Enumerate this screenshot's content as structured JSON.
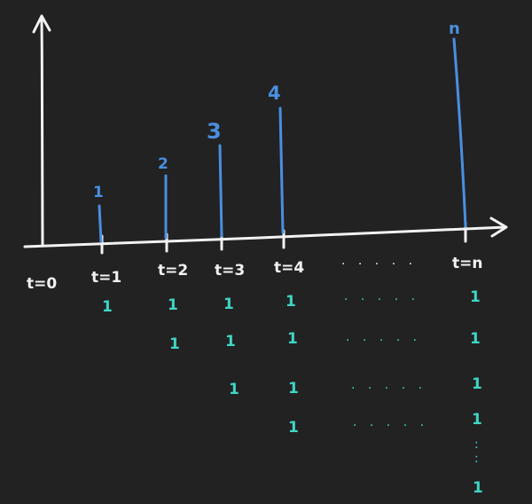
{
  "colors": {
    "background": "#222223",
    "axis": "#f2f2f2",
    "bars": "#4a8fe0",
    "ones": "#3fd6c4"
  },
  "time_labels": [
    "t=0",
    "t=1",
    "t=2",
    "t=3",
    "t=4",
    "t=n"
  ],
  "bar_labels": [
    "1",
    "2",
    "3",
    "4",
    "n"
  ],
  "axis_ellipsis": ". . . . .",
  "column_ellipsis": ". . . . .",
  "vertical_ellipsis": ":",
  "one_symbol": "1",
  "ones_rows": [
    [
      "1",
      "1",
      "1",
      "1",
      "1"
    ],
    [
      "1",
      "1",
      "1",
      "1"
    ],
    [
      "1",
      "1",
      "1"
    ],
    [
      "1",
      "1"
    ],
    [
      "1"
    ]
  ]
}
